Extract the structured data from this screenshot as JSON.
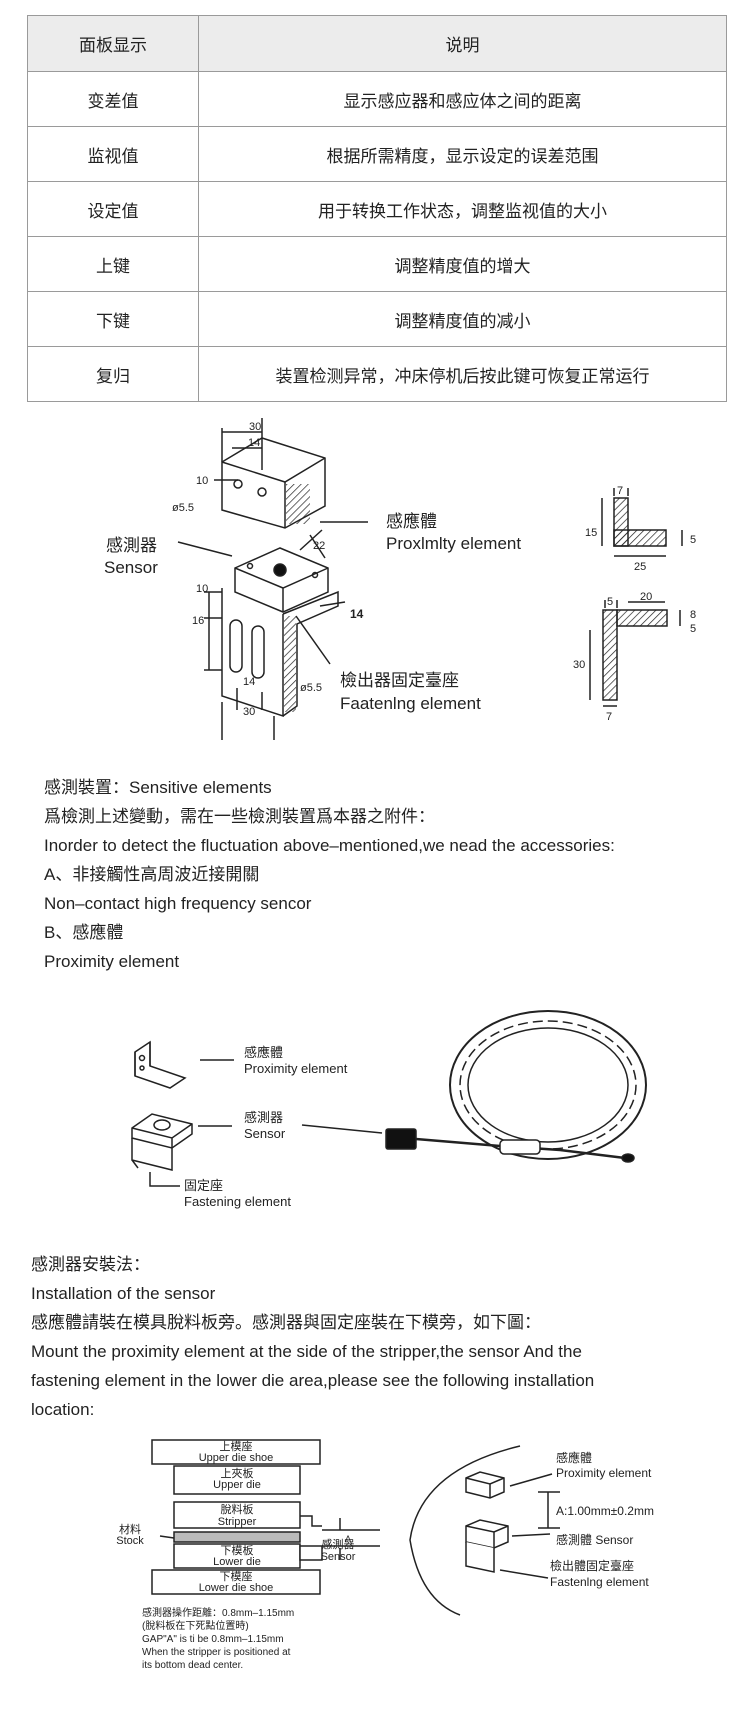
{
  "table": {
    "header": [
      "面板显示",
      "说明"
    ],
    "rows": [
      [
        "变差值",
        "显示感应器和感应体之间的距离"
      ],
      [
        "监视值",
        "根据所需精度，显示设定的误差范围"
      ],
      [
        "设定值",
        "用于转换工作状态，调整监视值的大小"
      ],
      [
        "上键",
        "调整精度值的增大"
      ],
      [
        "下键",
        "调整精度值的减小"
      ],
      [
        "复归",
        "装置检测异常，冲床停机后按此键可恢复正常运行"
      ]
    ]
  },
  "diagram1": {
    "proximity_cn": "感應體",
    "proximity_en": "Proxlmlty element",
    "sensor_cn": "感測器",
    "sensor_en": "Sensor",
    "fastening_cn": "檢出器固定臺座",
    "fastening_en": "Faatenlng element",
    "dims": {
      "d30": "30",
      "d14": "14",
      "d10": "10",
      "d55a": "ø5.5",
      "d22": "22",
      "d10b": "10",
      "d16": "16",
      "d14b": "14",
      "d30b": "30",
      "d55b": "ø5.5",
      "d14c": "14",
      "r7": "7",
      "r15": "15",
      "r5": "5",
      "r25": "25",
      "r5b": "5",
      "r20": "20",
      "r8": "8",
      "r5c": "5",
      "r30": "30",
      "r7b": "7"
    }
  },
  "text_block_1": [
    "感測裝置：Sensitive elements",
    "爲檢測上述變動，需在一些檢測裝置爲本器之附件：",
    "Inorder to detect the fluctuation above–mentioned,we nead the accessories:",
    "A、非接觸性高周波近接開關",
    "Non–contact high frequency sencor",
    "B、感應體",
    "Proximity element"
  ],
  "diagram2": {
    "proximity_cn": "感應體",
    "proximity_en": "Proximity element",
    "sensor_cn": "感測器",
    "sensor_en": "Sensor",
    "fastening_cn": "固定座",
    "fastening_en": "Fastening element"
  },
  "text_block_2": [
    "感測器安裝法：",
    "Installation of the sensor",
    "感應體請裝在模具脫料板旁。感測器與固定座裝在下模旁，如下圖：",
    "Mount the proximity element at the side of the stripper,the sensor And the",
    "fastening element in the lower die area,please see the following installation",
    "location:"
  ],
  "diagram3": {
    "upper_die_shoe_cn": "上模座",
    "upper_die_shoe_en": "Upper die shoe",
    "upper_die_cn": "上夾板",
    "upper_die_en": "Upper die",
    "stripper_cn": "脫料板",
    "stripper_en": "Stripper",
    "stock_cn": "材料",
    "stock_en": "Stock",
    "lower_die_cn": "下模板",
    "lower_die_en": "Lower die",
    "lower_die_shoe_cn": "下模座",
    "lower_die_shoe_en": "Lower die shoe",
    "sensor_cn": "感測器",
    "sensor_en": "Sensor",
    "a_label": "A",
    "note": [
      "感測器操作距離：0.8mm–1.15mm",
      "(脫料板在下死點位置時)",
      "GAP\"A\" is  ti be 0.8mm–1.15mm",
      "When the stripper is positioned at",
      "its bottom dead center."
    ],
    "right_proximity_cn": "感應體",
    "right_proximity_en": "Proximity element",
    "gap_text": "A:1.00mm±0.2mm",
    "right_sensor": "感測體 Sensor",
    "right_fastening_cn": "檢出體固定臺座",
    "right_fastening_en": "Fastenlng element"
  }
}
